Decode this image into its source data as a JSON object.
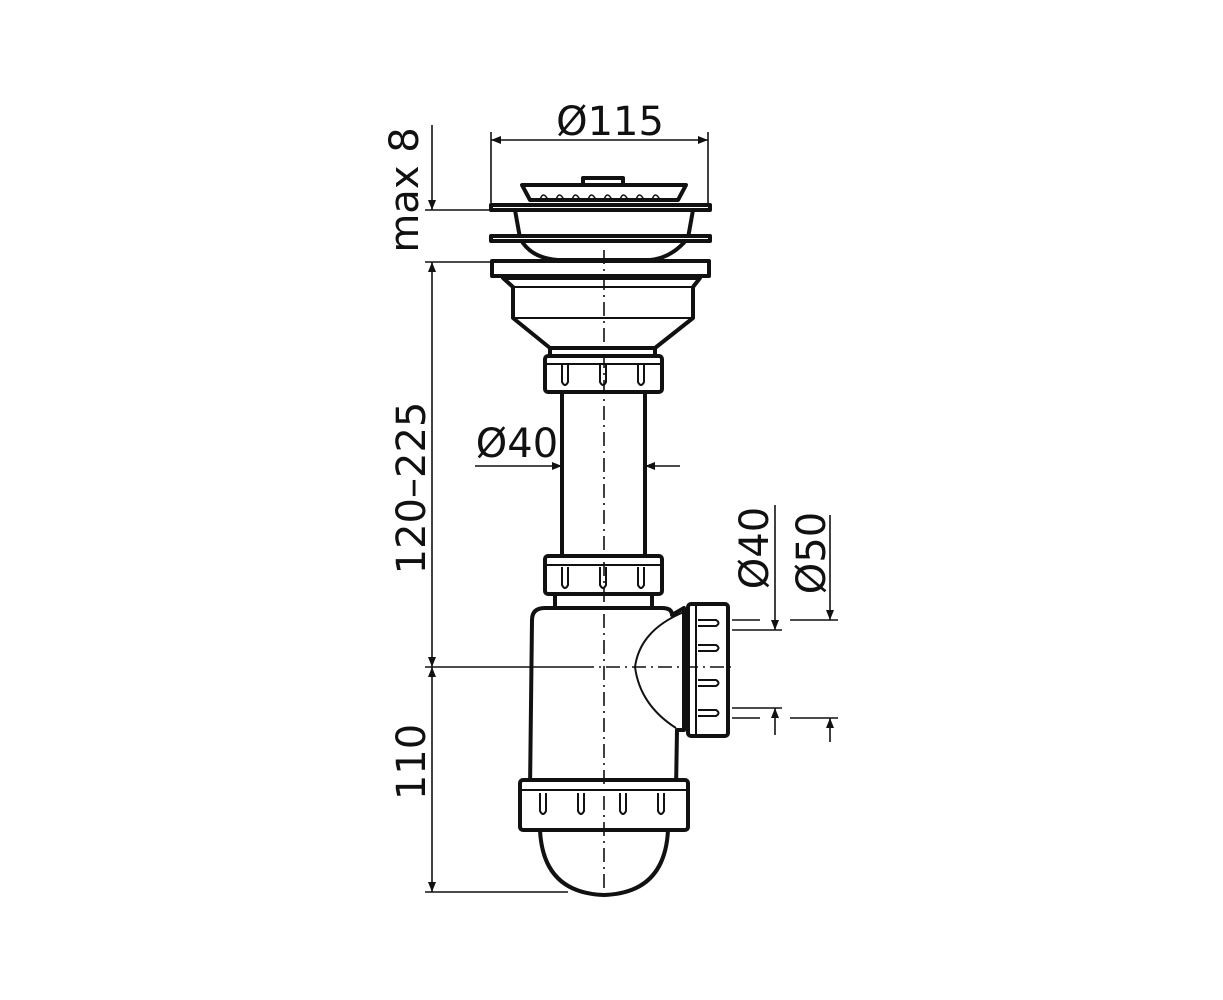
{
  "drawing": {
    "dimensions": {
      "top_diameter": "Ø115",
      "flange_thickness": "max 8",
      "height_range": "120–225",
      "pipe_diameter": "Ø40",
      "trap_height": "110",
      "outlet_inner_diameter": "Ø40",
      "outlet_outer_diameter": "Ø50"
    },
    "colors": {
      "line": "#111111",
      "basket_fill": "#b3b3b3",
      "gasket_fill": "#3a3a3a"
    }
  }
}
